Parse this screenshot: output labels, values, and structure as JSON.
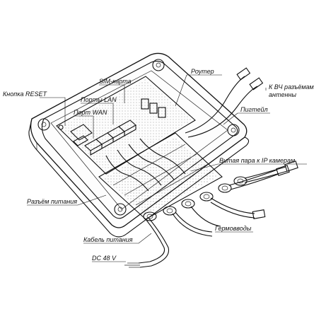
{
  "labels": {
    "reset": "Кнопка RESET",
    "sim": "SIM-карта",
    "lan": "Порты LAN",
    "wan": "Порт WAN",
    "router": "Роутер",
    "hf_connector_1": "К ВЧ разъёмам",
    "hf_connector_2": "антенны",
    "pigtail": "Пигтейл",
    "twisted_pair": "Витая пара к IP камерам",
    "power_connector": "Разъём питания",
    "cable_glands": "Гермовводы",
    "power_cable": "Кабель питания",
    "voltage": "DC 48 V"
  }
}
